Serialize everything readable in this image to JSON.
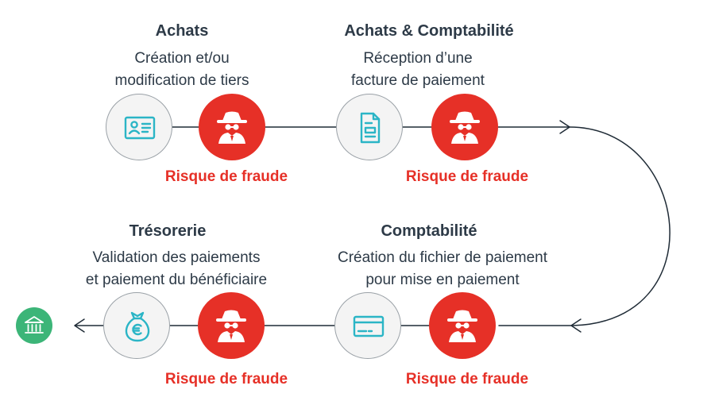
{
  "steps": [
    {
      "title": "Achats",
      "desc_line1": "Création et/ou",
      "desc_line2": "modification de tiers",
      "icon": "id-card-icon"
    },
    {
      "title": "Achats & Comptabilité",
      "desc_line1": "Réception d’une",
      "desc_line2": "facture de paiement",
      "icon": "document-icon"
    },
    {
      "title": "Trésorerie",
      "desc_line1": "Validation des paiements",
      "desc_line2": "et paiement du bénéficiaire",
      "icon": "money-bag-euro-icon"
    },
    {
      "title": "Comptabilité",
      "desc_line1": "Création du fichier de paiement",
      "desc_line2": "pour mise en paiement",
      "icon": "credit-card-icon"
    }
  ],
  "risk_label": "Risque de fraude",
  "fraud_icon": "spy-icon",
  "end_icon": "bank-icon",
  "colors": {
    "text": "#2d3a47",
    "risk": "#e63027",
    "icon_accent": "#2bb5c6",
    "step_circle_bg": "#f4f4f4",
    "step_circle_border": "#9aa1a7",
    "bank_bg": "#3cb578",
    "connector": "#1f2b36"
  }
}
